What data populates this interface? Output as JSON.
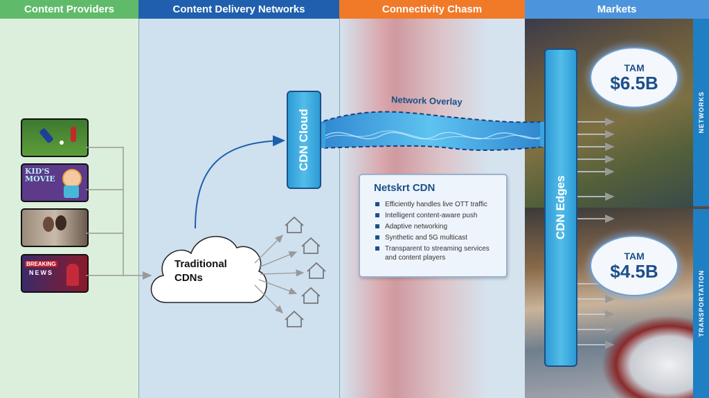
{
  "headers": {
    "content_providers": "Content Providers",
    "cdn": "Content Delivery Networks",
    "chasm": "Connectivity Chasm",
    "markets": "Markets"
  },
  "colors": {
    "providers_bg": "#dcefdc",
    "providers_header": "#5fbb69",
    "cdn_bg": "#cfe0ef",
    "cdn_header": "#1f5fae",
    "chasm_header": "#f17a29",
    "markets_header": "#4c95dc",
    "bar_blue": "#3aa3dd"
  },
  "thumbnails": {
    "kids_title": "KID'S MOVIE",
    "breaking": "BREAKING",
    "news": "NEWS"
  },
  "cloud": {
    "line1": "Traditional",
    "line2": "CDNs"
  },
  "cdn_cloud_label": "CDN Cloud",
  "network_overlay": "Network Overlay",
  "cdn_edges_label": "CDN Edges",
  "netskrt": {
    "title": "Netskrt CDN",
    "items": [
      "Efficiently handles live OTT traffic",
      "Intelligent content-aware push",
      "Adaptive networking",
      "Synthetic and 5G multicast",
      "Transparent to streaming services and content players"
    ]
  },
  "markets": {
    "networks": {
      "tam_label": "TAM",
      "value": "$6.5B",
      "side_label": "NETWORKS"
    },
    "transportation": {
      "tam_label": "TAM",
      "value": "$4.5B",
      "side_label": "TRANSPORTATION"
    }
  }
}
